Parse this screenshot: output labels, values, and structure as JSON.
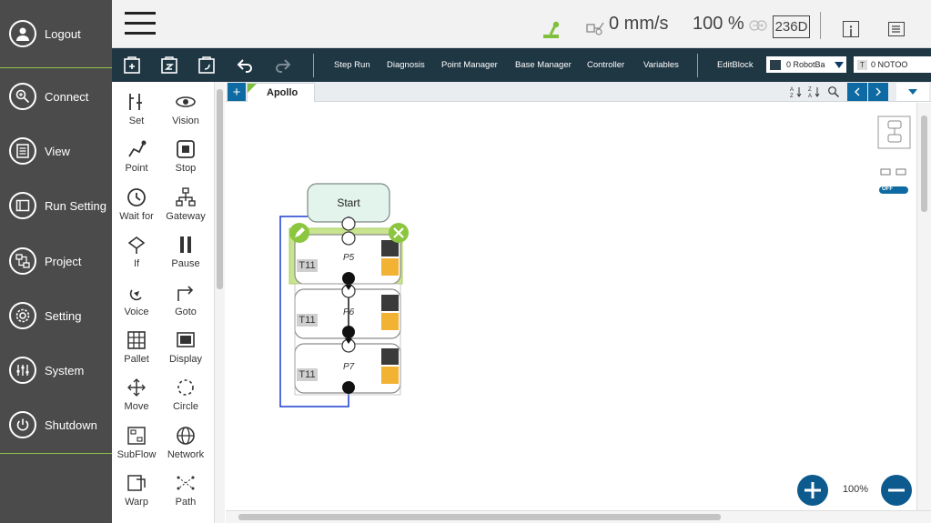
{
  "sidebar": {
    "items": [
      {
        "label": "Logout",
        "icon": "user-icon"
      },
      {
        "label": "Connect",
        "icon": "connect-icon"
      },
      {
        "label": "View",
        "icon": "view-icon"
      },
      {
        "label": "Run Setting",
        "icon": "run-setting-icon"
      },
      {
        "label": "Project",
        "icon": "project-icon"
      },
      {
        "label": "Setting",
        "icon": "gear-icon"
      },
      {
        "label": "System",
        "icon": "sliders-icon"
      },
      {
        "label": "Shutdown",
        "icon": "power-icon"
      }
    ]
  },
  "status": {
    "speed": "0 mm/s",
    "percent": "100 %",
    "unit": "236D"
  },
  "toolbar": {
    "step_run": "Step Run",
    "diagnosis": "Diagnosis",
    "point_manager": "Point Manager",
    "base_manager": "Base Manager",
    "controller": "Controller",
    "variables": "Variables",
    "edit_block": "EditBlock",
    "robot_base": "0 RobotBa",
    "tool": "0 NOTOO"
  },
  "palette": {
    "nodes": [
      {
        "label": "Set"
      },
      {
        "label": "Vision"
      },
      {
        "label": "Point"
      },
      {
        "label": "Stop"
      },
      {
        "label": "Wait for"
      },
      {
        "label": "Gateway"
      },
      {
        "label": "If"
      },
      {
        "label": "Pause"
      },
      {
        "label": "Voice"
      },
      {
        "label": "Goto"
      },
      {
        "label": "Pallet"
      },
      {
        "label": "Display"
      },
      {
        "label": "Move"
      },
      {
        "label": "Circle"
      },
      {
        "label": "SubFlow"
      },
      {
        "label": "Network"
      },
      {
        "label": "Warp"
      },
      {
        "label": "Path"
      }
    ]
  },
  "tabs": {
    "add": "+",
    "active": "Apollo",
    "sort_az": "A Z",
    "sort_za": "Z A"
  },
  "flow": {
    "start": "Start",
    "nodes": [
      {
        "label": "P5",
        "tool": "T11"
      },
      {
        "label": "P6",
        "tool": "T11"
      },
      {
        "label": "P7",
        "tool": "T11"
      }
    ]
  },
  "canvas": {
    "zoom": "100%",
    "toggle": "OFF"
  },
  "colors": {
    "sidebar": "#4b4b4b",
    "accent_green": "#8fc24a",
    "toolbar": "#1f3643",
    "blue": "#0e6aa2",
    "flow_line": "#1a3fd0"
  }
}
